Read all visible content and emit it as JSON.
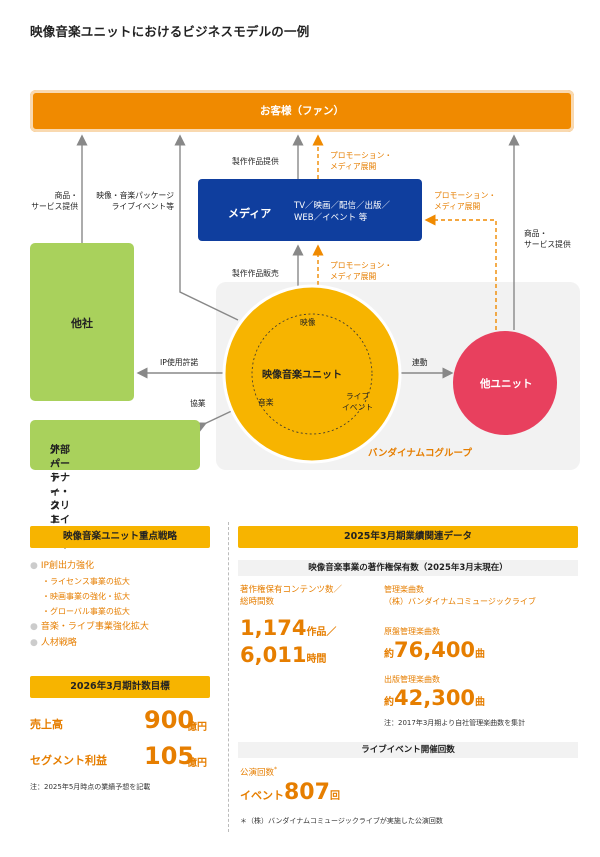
{
  "title": "映像音楽ユニットにおけるビジネスモデルの一例",
  "nodes": {
    "fan": "お客様（ファン）",
    "media_label": "メディア",
    "media_desc_1": "TV／映画／配信／出版／",
    "media_desc_2": "WEB／イベント 等",
    "company": "他社",
    "partner_1": "外部パートナー・クリエイター・",
    "partner_2": "アーティスト",
    "unit": "映像音楽ユニット",
    "unit_video": "映像",
    "unit_music": "音楽",
    "unit_live_1": "ライブ",
    "unit_live_2": "イベント",
    "other_unit": "他ユニット",
    "group": "バンダイナムコグループ"
  },
  "labels": {
    "goods_left_1": "商品・",
    "goods_left_2": "サービス提供",
    "package_1": "映像・音楽パッケージ",
    "package_2": "ライブイベント等",
    "works_provide": "製作作品提供",
    "promo_top_1": "プロモーション・",
    "promo_top_2": "メディア展開",
    "promo_right_1": "プロモーション・",
    "promo_right_2": "メディア展開",
    "goods_right_1": "商品・",
    "goods_right_2": "サービス提供",
    "works_sell": "製作作品販売",
    "promo_mid_1": "プロモーション・",
    "promo_mid_2": "メディア展開",
    "ip_license": "IP使用許諾",
    "collab": "協業",
    "link": "連動"
  },
  "strategy": {
    "heading": "映像音楽ユニット重点戦略",
    "item1": "IP創出力強化",
    "sub1": "・ライセンス事業の拡大",
    "sub2": "・映画事業の強化・拡大",
    "sub3": "・グローバル事業の拡大",
    "item2": "音楽・ライブ事業強化拡大",
    "item3": "人材戦略"
  },
  "target": {
    "heading": "2026年3月期計数目標",
    "sales_label": "売上高",
    "sales_value": "900",
    "sales_unit": "億円",
    "profit_label": "セグメント利益",
    "profit_value": "105",
    "profit_unit": "億円",
    "note": "注：2025年5月時点の業績予想を記載"
  },
  "results": {
    "heading": "2025年3月期業績関連データ",
    "copyright_heading": "映像音楽事業の著作権保有数（2025年3月末現在）",
    "contents_label_1": "著作権保有コンテンツ数／",
    "contents_label_2": "総時間数",
    "contents_value": "1,174",
    "contents_unit": "作品／",
    "hours_value": "6,011",
    "hours_unit": "時間",
    "managed_label_1": "管理楽曲数",
    "managed_label_2": "（株）バンダイナムコミュージックライブ",
    "master_label": "原盤管理楽曲数",
    "master_prefix": "約",
    "master_value": "76,400",
    "master_unit": "曲",
    "publish_label": "出版管理楽曲数",
    "publish_prefix": "約",
    "publish_value": "42,300",
    "publish_unit": "曲",
    "managed_note": "注：2017年3月期より自社管理楽曲数を集計",
    "live_heading": "ライブイベント開催回数",
    "live_label": "公演回数",
    "live_mark": "*",
    "live_prefix": "イベント",
    "live_value": "807",
    "live_unit": "回",
    "live_note": "＊（株）バンダイナムコミュージックライブが実施した公演回数"
  },
  "colors": {
    "orange": "#f08a00",
    "navy": "#0f3e9e",
    "green": "#a9d15c",
    "yellow": "#f7b400",
    "red": "#e8405e",
    "accent_text": "#e67e00"
  }
}
